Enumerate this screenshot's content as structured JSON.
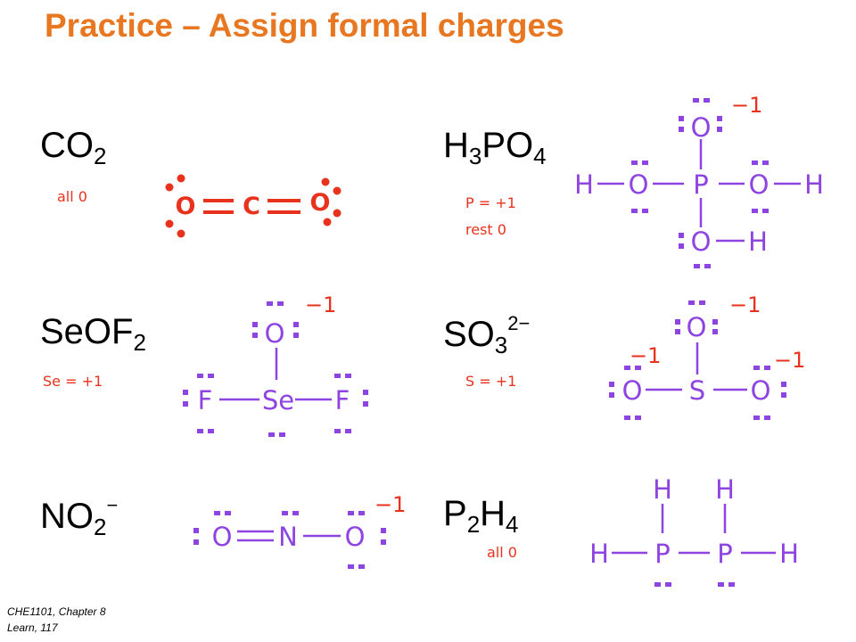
{
  "title": "Practice – Assign formal charges",
  "footer": {
    "line1": "CHE1101, Chapter 8",
    "line2": "Learn, 117"
  },
  "problems": {
    "co2": {
      "formula": "CO",
      "sub": "2",
      "answer": "all 0"
    },
    "h3po4": {
      "pre": "H",
      "sub1": "3",
      "formula": "PO",
      "sub2": "4",
      "answer1": "P = +1",
      "answer2": "rest 0"
    },
    "seof2": {
      "formula": "SeOF",
      "sub": "2",
      "answer": "Se = +1"
    },
    "so3": {
      "formula": "SO",
      "sub": "3",
      "sup": "2−",
      "answer": "S = +1"
    },
    "no2": {
      "formula": "NO",
      "sub": "2",
      "sup": "−"
    },
    "p2h4": {
      "pre": "P",
      "sub1": "2",
      "formula": "H",
      "sub2": "4",
      "answer": "all 0"
    }
  },
  "structures": {
    "co2": {
      "atoms": [
        "O",
        "C",
        "O"
      ]
    },
    "h3po4": {
      "atoms": [
        "O",
        "H",
        "O",
        "P",
        "O",
        "H",
        "O",
        "H"
      ],
      "charge": "−1"
    },
    "seof2": {
      "atoms": [
        "O",
        "F",
        "Se",
        "F"
      ],
      "charge": "−1"
    },
    "so3": {
      "atoms": [
        "O",
        "O",
        "S",
        "O"
      ],
      "charges": [
        "−1",
        "−1",
        "−1"
      ]
    },
    "no2": {
      "atoms": [
        "O",
        "N",
        "O"
      ],
      "charge": "−1"
    },
    "p2h4": {
      "atoms": [
        "H",
        "H",
        "H",
        "P",
        "P",
        "H"
      ]
    }
  },
  "colors": {
    "title": "#e87722",
    "answer": "#e8321e",
    "structure": "#8e44e0",
    "co2_structure": "#e8321e"
  }
}
